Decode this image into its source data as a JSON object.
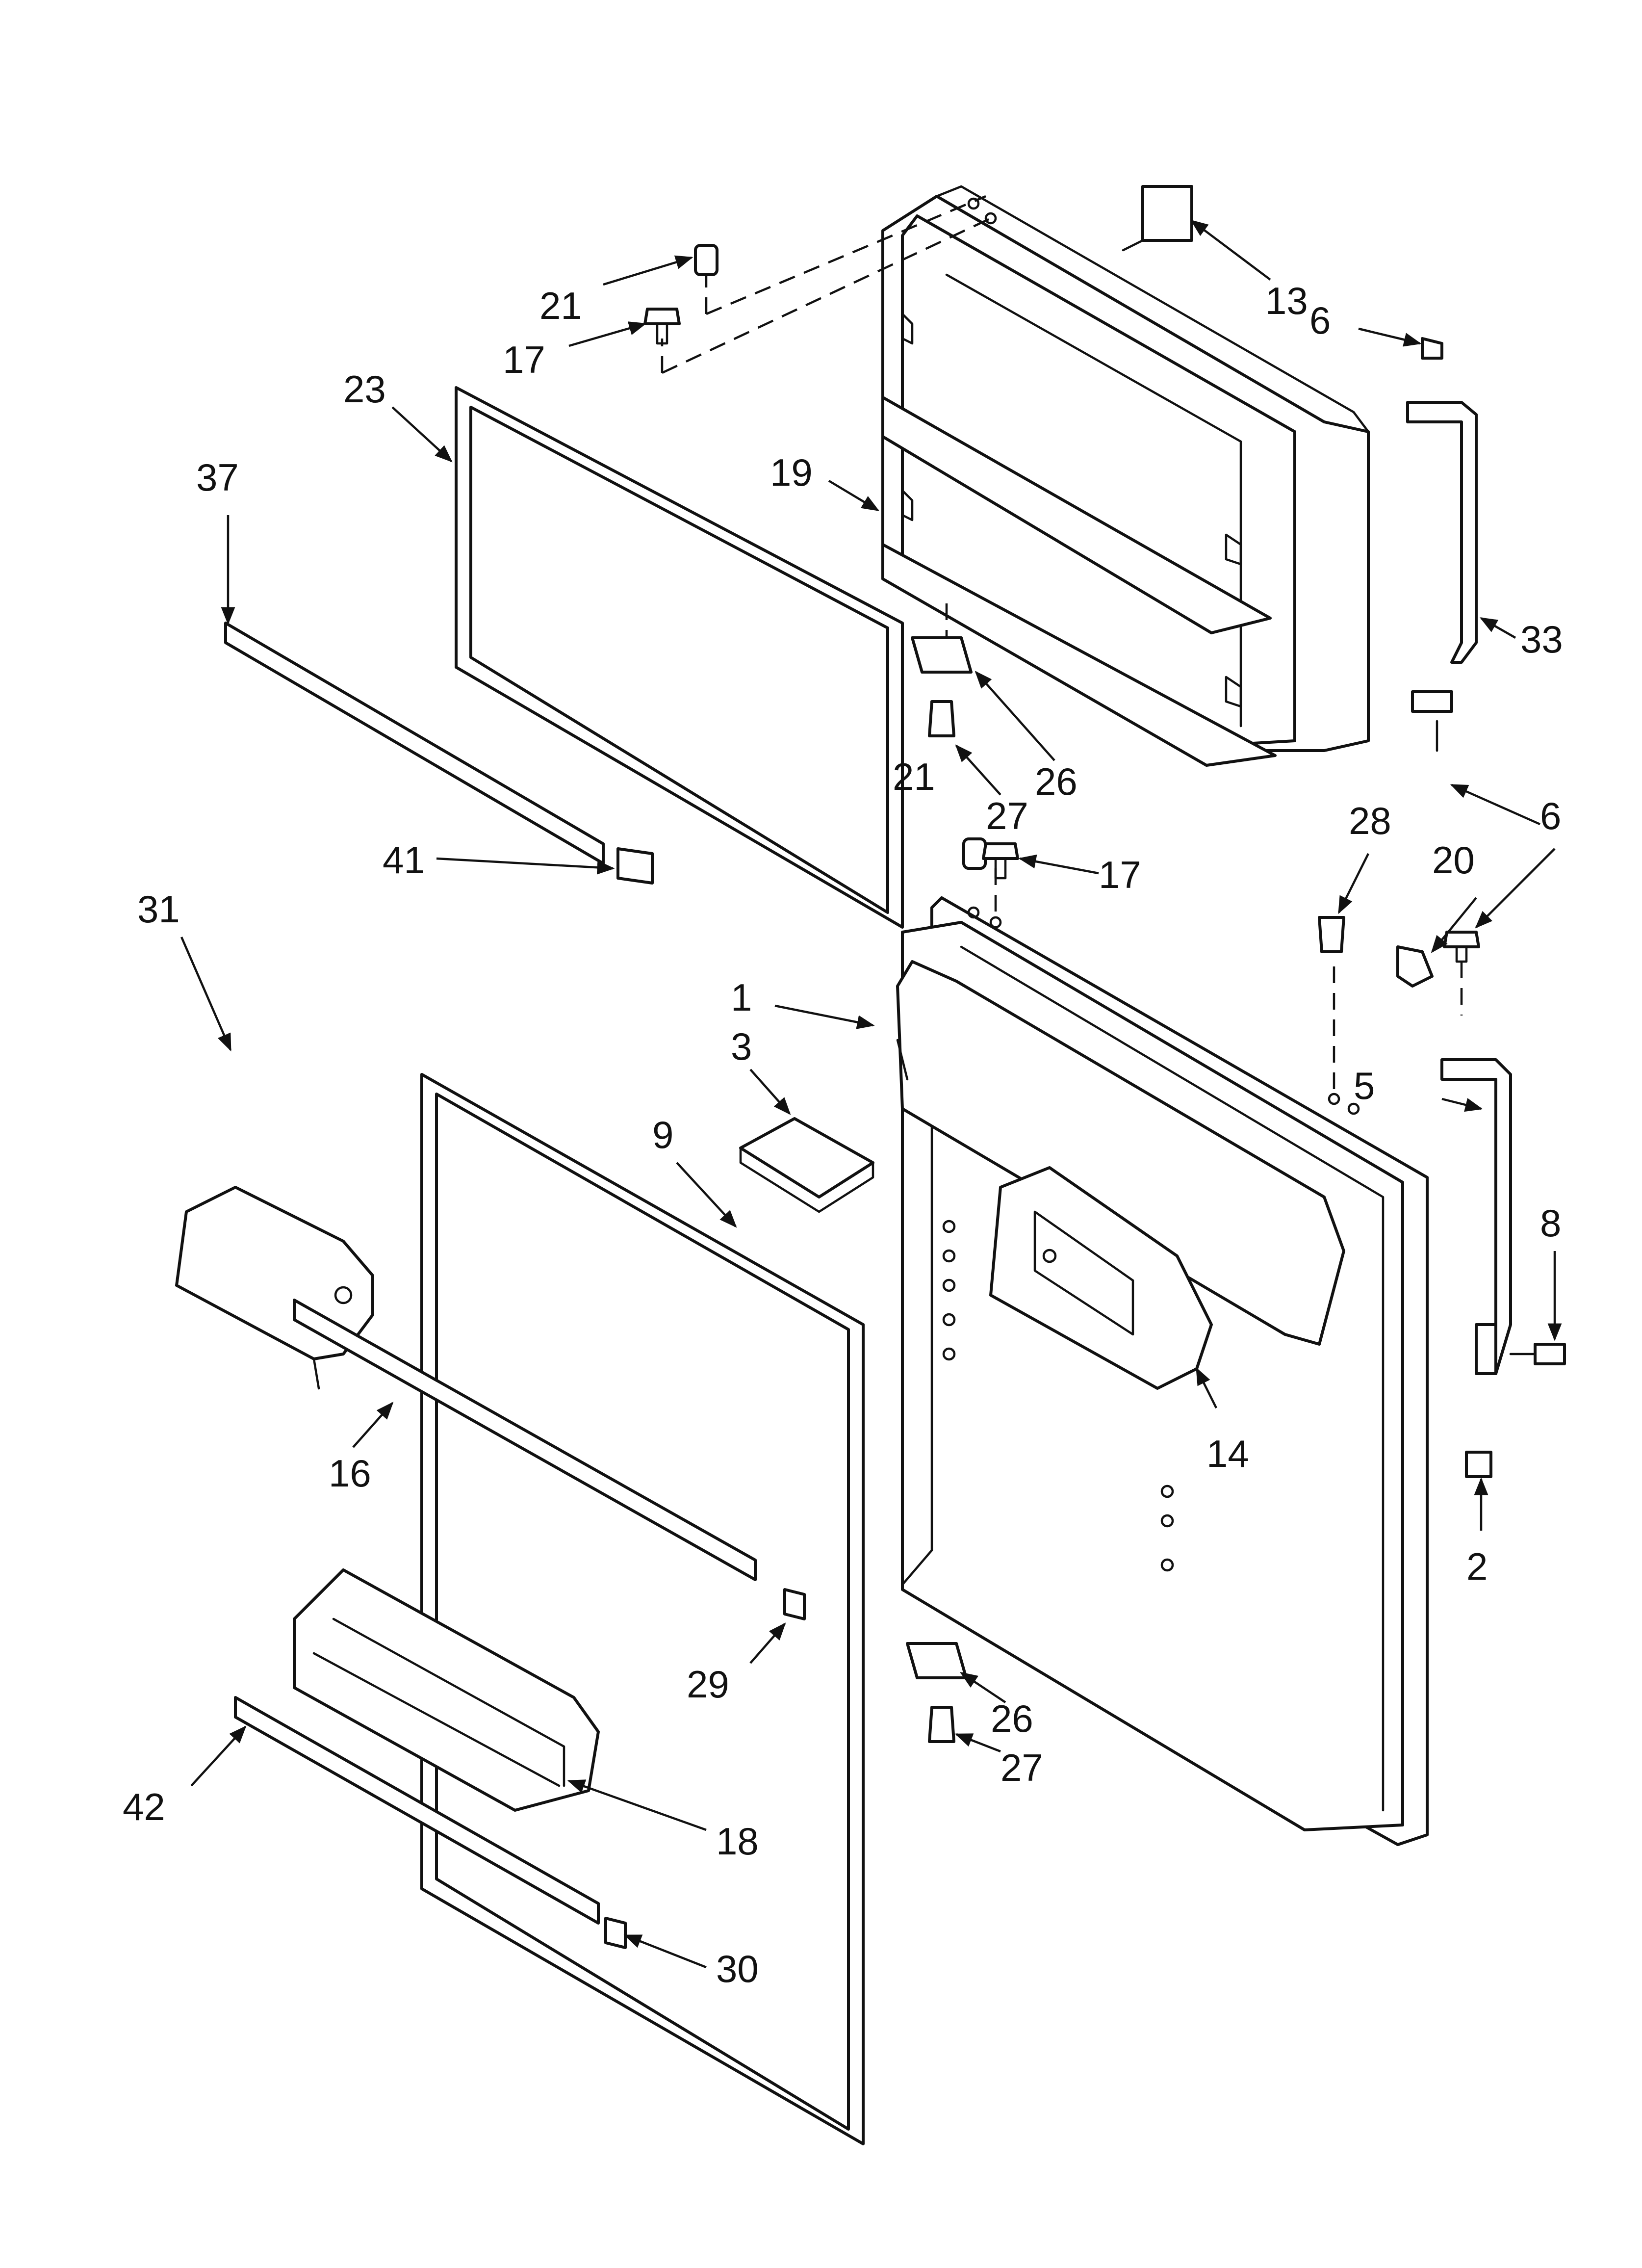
{
  "colors": {
    "ink": "#111111",
    "paper": "#ffffff"
  },
  "callouts": [
    {
      "id": "c21a",
      "text": "21"
    },
    {
      "id": "c17a",
      "text": "17"
    },
    {
      "id": "c13",
      "text": "13"
    },
    {
      "id": "c6a",
      "text": "6"
    },
    {
      "id": "c23",
      "text": "23"
    },
    {
      "id": "c37",
      "text": "37"
    },
    {
      "id": "c19",
      "text": "19"
    },
    {
      "id": "c33",
      "text": "33"
    },
    {
      "id": "c26a",
      "text": "26"
    },
    {
      "id": "c27a",
      "text": "27"
    },
    {
      "id": "c21b",
      "text": "21"
    },
    {
      "id": "c17b",
      "text": "17"
    },
    {
      "id": "c6b",
      "text": "6"
    },
    {
      "id": "c28",
      "text": "28"
    },
    {
      "id": "c20",
      "text": "20"
    },
    {
      "id": "c41",
      "text": "41"
    },
    {
      "id": "c31",
      "text": "31"
    },
    {
      "id": "c1",
      "text": "1"
    },
    {
      "id": "c3",
      "text": "3"
    },
    {
      "id": "c9",
      "text": "9"
    },
    {
      "id": "c5",
      "text": "5"
    },
    {
      "id": "c8",
      "text": "8"
    },
    {
      "id": "c14",
      "text": "14"
    },
    {
      "id": "c16",
      "text": "16"
    },
    {
      "id": "c2",
      "text": "2"
    },
    {
      "id": "c29",
      "text": "29"
    },
    {
      "id": "c26b",
      "text": "26"
    },
    {
      "id": "c27b",
      "text": "27"
    },
    {
      "id": "c42",
      "text": "42"
    },
    {
      "id": "c18",
      "text": "18"
    },
    {
      "id": "c30",
      "text": "30"
    }
  ]
}
